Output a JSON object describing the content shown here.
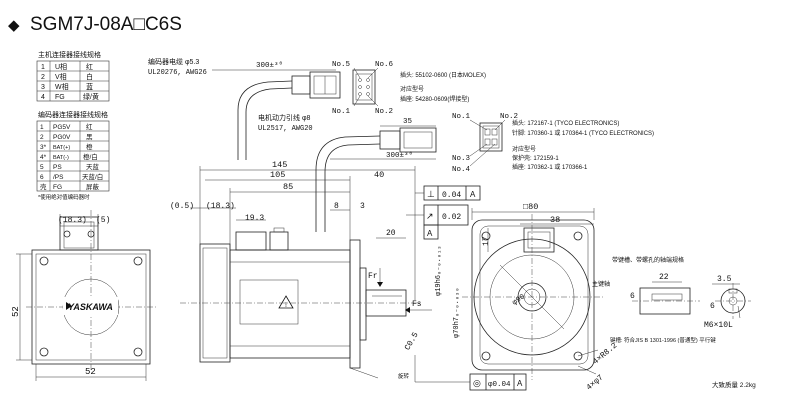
{
  "title": "SGM7J-08A□C6S",
  "title_marker": "◆",
  "table_encoder_power": {
    "caption": "主机连接器接线规格",
    "rows": [
      [
        "1",
        "U相",
        "红"
      ],
      [
        "2",
        "V相",
        "白"
      ],
      [
        "3",
        "W相",
        "蓝"
      ],
      [
        "4",
        "FG",
        "绿/黄"
      ]
    ]
  },
  "table_encoder": {
    "caption": "编码器连接器接线规格",
    "rows": [
      [
        "1",
        "PG5V",
        "红"
      ],
      [
        "2",
        "PG0V",
        "黑"
      ],
      [
        "3*",
        "BAT(+)",
        "橙"
      ],
      [
        "4*",
        "BAT(-)",
        "橙/白"
      ],
      [
        "5",
        "PS",
        "天蓝"
      ],
      [
        "6",
        "/PS",
        "天蓝/白"
      ],
      [
        "壳",
        "FG",
        "屏蔽"
      ]
    ],
    "note": "*使用绝对值编码器时"
  },
  "encoder_cable": {
    "label": "编码器电缆 φ5.3",
    "spec": "UL20276, AWG26",
    "length": "300±³⁰"
  },
  "power_cable": {
    "label": "电机动力引线 φ8",
    "spec": "UL2517, AWG20",
    "length": "300±³⁰",
    "dim_35": "35"
  },
  "connector_encoder": {
    "no5": "No.5",
    "no6": "No.6",
    "no1": "No.1",
    "no2": "No.2",
    "plug": "插头: 55102-0600 (日本MOLEX)",
    "mate_title": "对应型号",
    "mate": "插座: 54280-0609(焊接型)"
  },
  "connector_power": {
    "no1": "No.1",
    "no2": "No.2",
    "no3": "No.3",
    "no4": "No.4",
    "plug": "插头: 172167-1 (TYCO ELECTRONICS)",
    "pin": "针脚: 170360-1 或 170364-1 (TYCO ELECTRONICS)",
    "mate_title": "对应型号",
    "housing": "保护壳: 172159-1",
    "socket": "插座: 170362-1 或 170366-1"
  },
  "dims": {
    "d145": "145",
    "d105": "105",
    "d40": "40",
    "d85": "85",
    "d05": "(0.5)",
    "d183a": "(18.3)",
    "d193": "19.3",
    "d8": "8",
    "d3": "3",
    "d20": "20",
    "d183b": "(18.3)",
    "d5": "(5)",
    "d52v": "52",
    "d52h": "52",
    "sq80": "□80",
    "d38": "38",
    "d17": "17",
    "phi90": "φ90",
    "phi70": "φ70h7₀₋₀.₀₃₀",
    "phi19": "φ19h6₀₋₀.₀₁₃",
    "c05": "C0.5",
    "holes": "4×R8.2",
    "holes7": "4×φ7",
    "d22": "22",
    "d35": "3.5",
    "d6a": "6",
    "d6b": "6",
    "m6": "M6×10L",
    "fr": "Fr",
    "fs": "Fs"
  },
  "tolerances": {
    "perp_symbol": "⊥",
    "perp_val": "0.04",
    "perp_ref": "A",
    "run_symbol": "↗",
    "run_val": "0.02",
    "run_ref": "A",
    "pos_symbol": "◎",
    "pos_val": "φ0.04",
    "pos_ref": "A",
    "datum": "A"
  },
  "notes": {
    "keyed_shaft": "带键槽、带螺孔的轴端规格",
    "main_key": "主键轴",
    "key_standard": "键槽: 符合JIS B 1301-1996 (普通型) 平行键",
    "rotate_dir": "旋转",
    "mass": "大致质量 2.2kg"
  },
  "brand": "YASKAWA"
}
